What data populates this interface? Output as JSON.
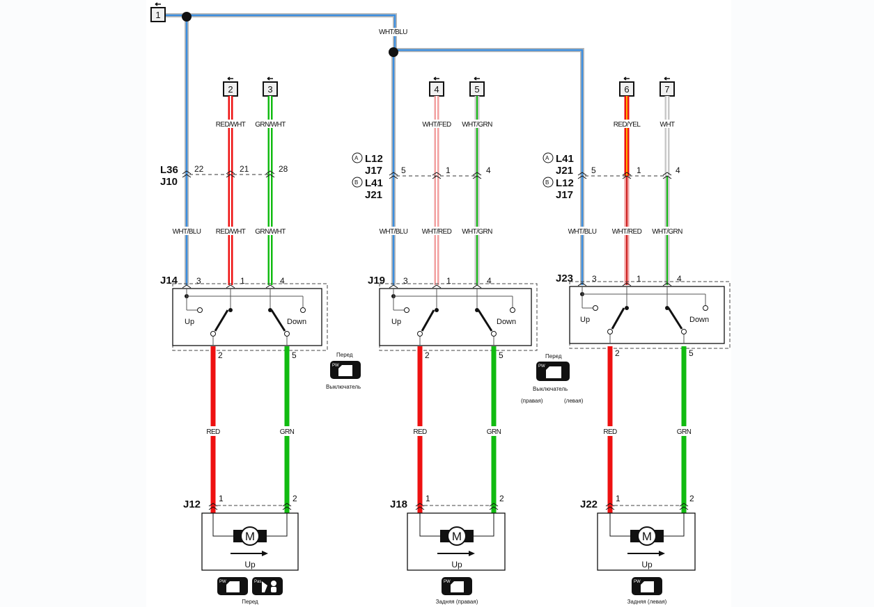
{
  "title": "Power window wiring diagram",
  "terminals": [
    {
      "id": "1",
      "wire": "WHT/BLU"
    },
    {
      "id": "2",
      "wire": "RED/WHT"
    },
    {
      "id": "3",
      "wire": "GRN/WHT"
    },
    {
      "id": "4",
      "wire": "WHT/FED"
    },
    {
      "id": "5",
      "wire": "WHT/GRN"
    },
    {
      "id": "6",
      "wire": "RED/YEL"
    },
    {
      "id": "7",
      "wire": "WHT"
    }
  ],
  "trunk_label": "WHT/BLU",
  "connectors": {
    "left": {
      "line1": "L36",
      "line2": "J10",
      "pins": [
        "22",
        "21",
        "28"
      ]
    },
    "middle": {
      "a_mark": "A",
      "a1": "L12",
      "a2": "J17",
      "b_mark": "B",
      "b1": "L41",
      "b2": "J21",
      "pins": [
        "5",
        "1",
        "4"
      ]
    },
    "right": {
      "a_mark": "A",
      "a1": "L41",
      "a2": "J21",
      "b_mark": "B",
      "b1": "L12",
      "b2": "J17",
      "pins": [
        "5",
        "1",
        "4"
      ]
    }
  },
  "lower_wire_labels": {
    "left": [
      "WHT/BLU",
      "RED/WHT",
      "GRN/WHT"
    ],
    "middle": [
      "WHT/BLU",
      "WHT/RED",
      "WHT/GRN"
    ],
    "right": [
      "WHT/BLU",
      "WHT/RED",
      "WHT/GRN"
    ]
  },
  "switches": [
    {
      "id": "J14",
      "pins_top": [
        "3",
        "1",
        "4"
      ],
      "pins_bottom": [
        "2",
        "5"
      ],
      "up": "Up",
      "down": "Down"
    },
    {
      "id": "J19",
      "pins_top": [
        "3",
        "1",
        "4"
      ],
      "pins_bottom": [
        "2",
        "5"
      ],
      "up": "Up",
      "down": "Down"
    },
    {
      "id": "J23",
      "pins_top": [
        "3",
        "1",
        "4"
      ],
      "pins_bottom": [
        "2",
        "5"
      ],
      "up": "Up",
      "down": "Down"
    }
  ],
  "switch_notes": {
    "left": {
      "top": "Перед",
      "bottom": "Выключатель",
      "badge": "PW"
    },
    "middle": {
      "top": "Перед",
      "bottom": "Выключатель",
      "sub_left": "(правая)",
      "sub_right": "(левая)",
      "badge": "PW"
    }
  },
  "motor_wires": [
    {
      "a": "RED",
      "b": "GRN"
    },
    {
      "a": "RED",
      "b": "GRN"
    },
    {
      "a": "RED",
      "b": "GRN"
    }
  ],
  "motors": [
    {
      "id": "J12",
      "pins": [
        "1",
        "2"
      ],
      "symbol": "M",
      "dir": "Up",
      "caption": "Перед",
      "badges": [
        "PW",
        "Pas."
      ]
    },
    {
      "id": "J18",
      "pins": [
        "1",
        "2"
      ],
      "symbol": "M",
      "dir": "Up",
      "caption": "Задняя (правая)",
      "badges": [
        "PW"
      ]
    },
    {
      "id": "J22",
      "pins": [
        "1",
        "2"
      ],
      "symbol": "M",
      "dir": "Up",
      "caption": "Задняя (левая)",
      "badges": [
        "PW"
      ]
    }
  ],
  "colors": {
    "blue": "#3b8ee0",
    "red": "#ee1111",
    "green": "#11bb11",
    "pink": "#f2a0a0",
    "yellow": "#ffb300",
    "grey": "#b8b8b8",
    "black": "#111111"
  }
}
